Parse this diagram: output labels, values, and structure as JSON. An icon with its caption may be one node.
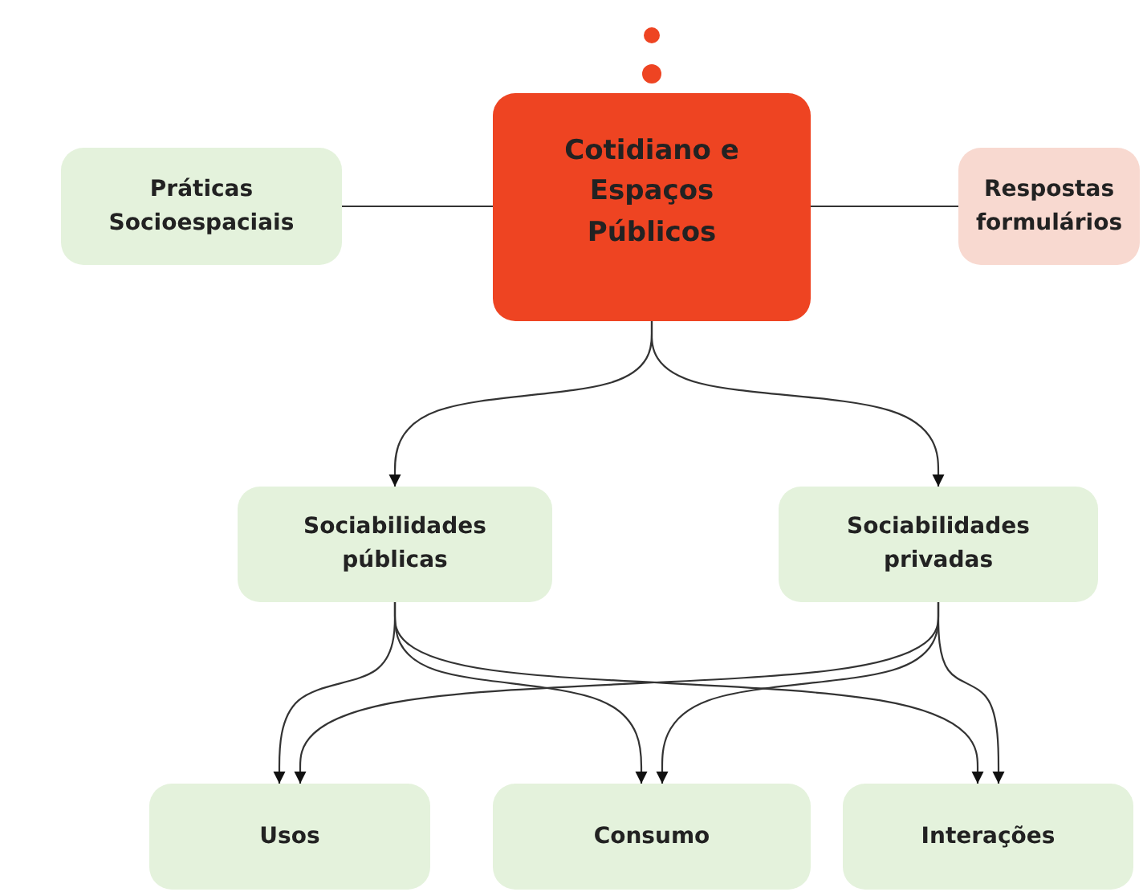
{
  "diagram": {
    "nodes": [
      {
        "text": [
          "Práticas Socioespaciais"
        ]
      },
      {
        "text": [
          "Cotidiano e Espaços Públicos"
        ]
      },
      {
        "text": [
          "Respostas formulários"
        ]
      },
      {
        "text": [
          "Sociabilidades públicas"
        ]
      },
      {
        "text": [
          "Sociabilidades privadas"
        ]
      },
      {
        "text": [
          "Usos"
        ]
      },
      {
        "text": [
          "Consumo"
        ]
      },
      {
        "text": [
          "Interações"
        ]
      }
    ],
    "edges": [
      {
        "from": 1,
        "to": 0,
        "arrow": "none"
      },
      {
        "from": 1,
        "to": 2,
        "arrow": "none"
      },
      {
        "from": 1,
        "to": 3,
        "arrow": "to"
      },
      {
        "from": 1,
        "to": 4,
        "arrow": "to"
      },
      {
        "from": 3,
        "to": 5,
        "arrow": "to"
      },
      {
        "from": 3,
        "to": 6,
        "arrow": "to"
      },
      {
        "from": 3,
        "to": 7,
        "arrow": "to"
      },
      {
        "from": 4,
        "to": 5,
        "arrow": "to"
      },
      {
        "from": 4,
        "to": 6,
        "arrow": "to"
      },
      {
        "from": 4,
        "to": 7,
        "arrow": "to"
      }
    ]
  }
}
